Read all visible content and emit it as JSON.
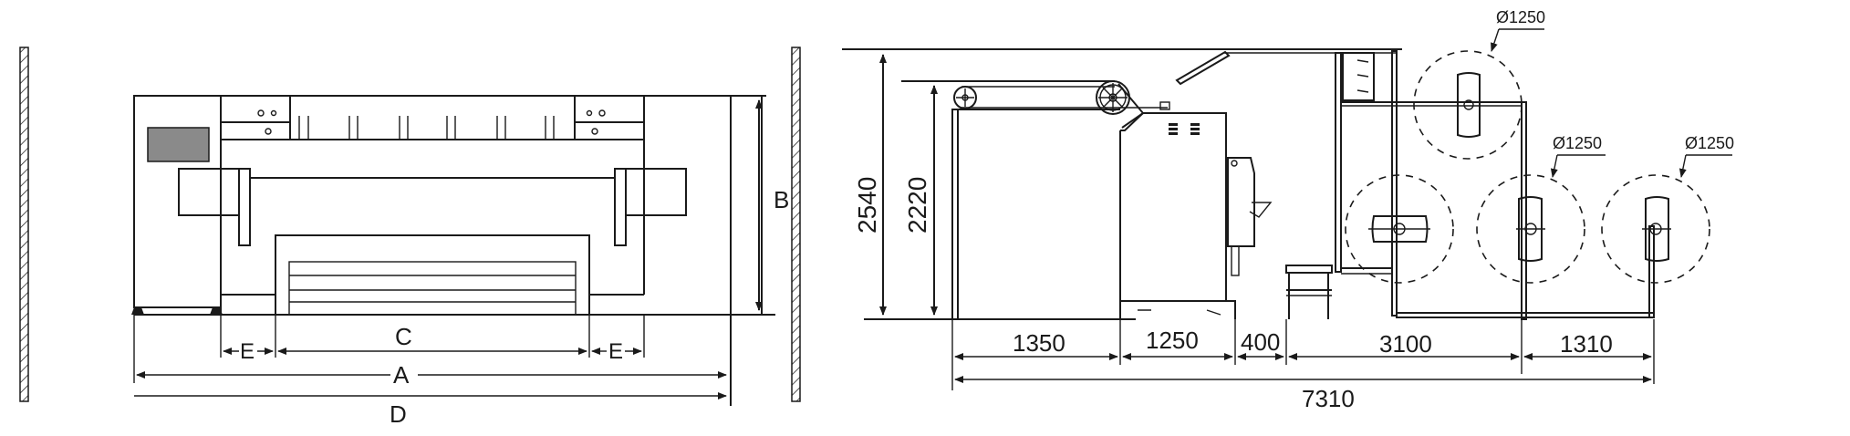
{
  "front_view": {
    "labels": {
      "A": "A",
      "B": "B",
      "C": "C",
      "D": "D",
      "E_left": "E",
      "E_right": "E"
    }
  },
  "side_view": {
    "heights": {
      "overall": "2540",
      "belt": "2220"
    },
    "widths": {
      "w1": "1350",
      "w2": "1250",
      "w3": "400",
      "w4": "3100",
      "w5": "1310",
      "total": "7310"
    },
    "roll_diameters": {
      "top": "Ø1250",
      "middle": "Ø1250",
      "right": "Ø1250"
    }
  },
  "colors": {
    "line": "#1a1a1a",
    "panel_fill": "#8a8a8a",
    "background": "#ffffff"
  }
}
